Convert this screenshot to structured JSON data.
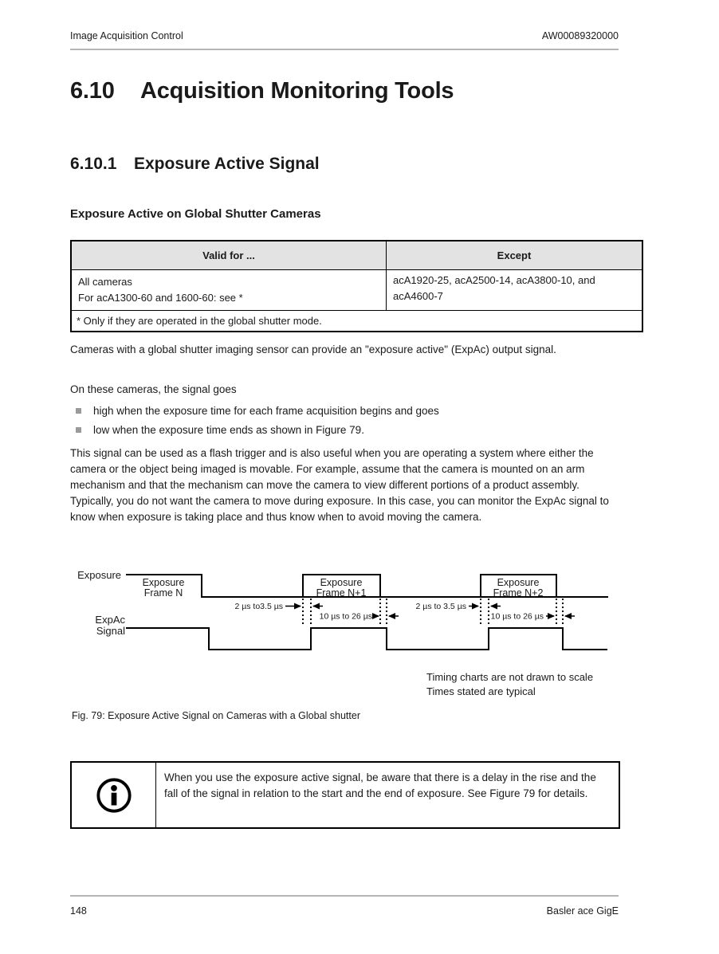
{
  "page": {
    "header": {
      "left": "Image Acquisition Control",
      "right": "AW00089320000"
    },
    "footer": {
      "page_number": "148",
      "product": "Basler ace GigE"
    }
  },
  "section": {
    "number": "6.10",
    "title": "Acquisition Monitoring Tools"
  },
  "subsection": {
    "number": "6.10.1",
    "title": "Exposure Active Signal"
  },
  "subheading": "Exposure Active on Global Shutter Cameras",
  "validity_table": {
    "col1_header": "Valid for ...",
    "col2_header": "Except",
    "valid_line1": "All cameras",
    "valid_line2": "For acA1300-60 and 1600-60: see *",
    "except_text": "acA1920-25, acA2500-14, acA3800-10, and acA4600-7",
    "footnote": "* Only if they are operated in the global shutter mode."
  },
  "body": {
    "p1": "Cameras with a global shutter imaging sensor can provide an \"exposure active\" (ExpAc) output signal.",
    "p2": "On these cameras, the signal goes",
    "bullet1": "high when the exposure time for each frame acquisition begins and goes",
    "bullet2": "low when the exposure time ends as shown in Figure 79.",
    "p3": "This signal can be used as a flash trigger and is also useful when you are operating a system where either the camera or the object being imaged is movable. For example, assume that the camera is mounted on an arm mechanism and that the mechanism can move the camera to view different portions of a product assembly. Typically, you do not want the camera to move during exposure. In this case, you can monitor the ExpAc signal to know when exposure is taking place and thus know when to avoid moving the camera."
  },
  "figure": {
    "exposure_label": "Exposure",
    "expac_label_line1": "ExpAc",
    "expac_label_line2": "Signal",
    "frame_n_line1": "Exposure",
    "frame_n_line2": "Frame N",
    "frame_n1_line1": "Exposure",
    "frame_n1_line2": "Frame N+1",
    "frame_n2_line1": "Exposure",
    "frame_n2_line2": "Frame N+2",
    "rise_delay_1": "2 µs to3.5 µs",
    "fall_delay_1": "10 µs to 26 µs",
    "rise_delay_2": "2 µs to 3.5 µs",
    "fall_delay_2": "10 µs to 26 µs",
    "note_line1": "Timing charts are not drawn to scale",
    "note_line2": "Times stated are typical",
    "caption": "Fig. 79: Exposure Active Signal on Cameras with a Global shutter"
  },
  "info_note": {
    "text": "When you use the exposure active signal, be aware that there is a delay in the rise and the fall of the signal in relation to the start and the end of exposure. See Figure 79 for details."
  }
}
